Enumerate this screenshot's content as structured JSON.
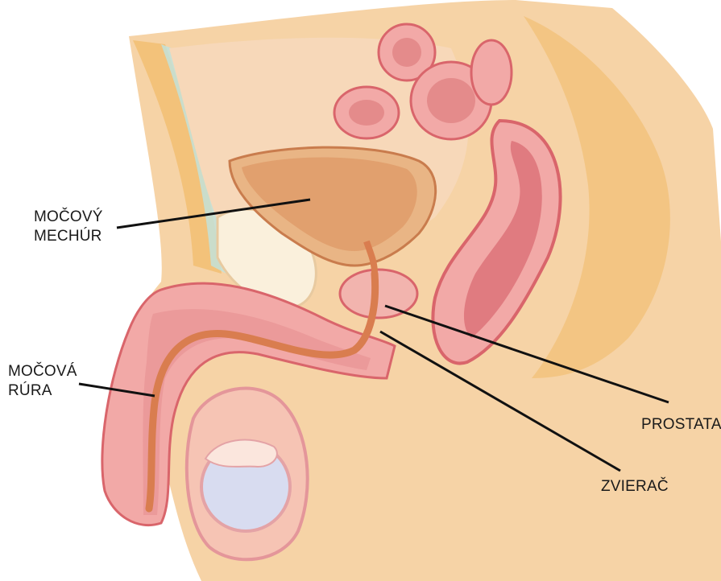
{
  "labels": {
    "bladder": {
      "line1": "MOČOVÝ",
      "line2": "MECHÚR"
    },
    "urethra": {
      "line1": "MOČOVÁ",
      "line2": "RÚRA"
    },
    "prostate": {
      "text": "PROSTATA"
    },
    "sphincter": {
      "text": "ZVIERAČ"
    }
  },
  "colors": {
    "skin": "#f6d3a6",
    "fat": "#f3c27a",
    "tissue_pink": "#f2a9a7",
    "tissue_dark": "#d9656b",
    "bladder": "#e1a06e",
    "urethra": "#d97d4f",
    "testis": "#d8dcf0",
    "fascia": "#bfe3e0",
    "leader_line": "#111111"
  }
}
